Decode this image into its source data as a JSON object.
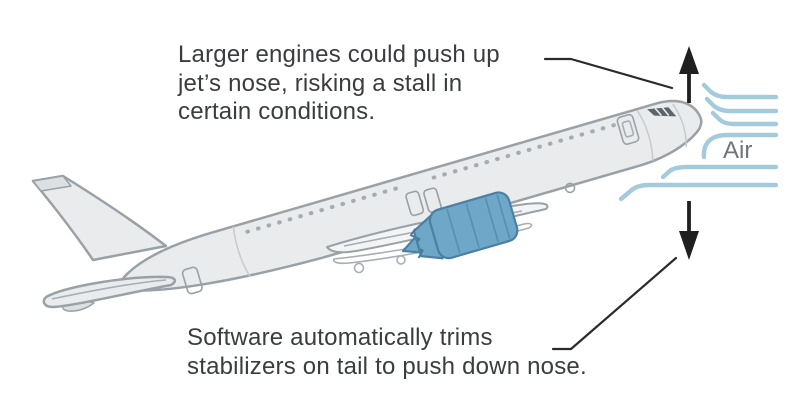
{
  "figure": {
    "annotation_top": {
      "lines": [
        "Larger engines could push up",
        "jet’s nose, risking a stall in",
        "certain conditions."
      ]
    },
    "annotation_bottom": {
      "lines": [
        "Software automatically trims",
        "stabilizers on tail to push down nose."
      ]
    },
    "air_label": "Air"
  },
  "icons": {
    "up_arrow": "arrow-up",
    "down_arrow": "arrow-down"
  },
  "colors": {
    "fuselage_fill": "#e9ebed",
    "fuselage_stroke": "#9aa1a6",
    "engine_fill": "#6fa7c8",
    "engine_stroke": "#4b80a4",
    "airflow_blue": "#a4cbdc",
    "arrow_black": "#1f1f1f",
    "annotation_text": "#3a3c3f",
    "air_label_text": "#6f767b"
  }
}
